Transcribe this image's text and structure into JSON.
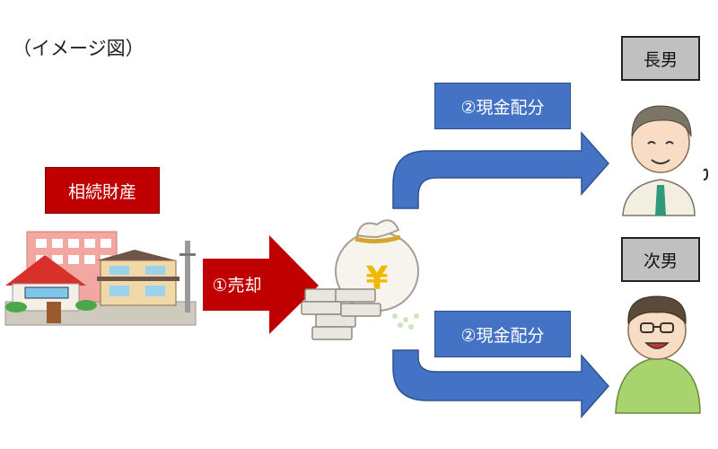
{
  "caption": "（イメージ図）",
  "asset_label": "相続財産",
  "sale_label": "①売却",
  "distribution_label_top": "②現金配分",
  "distribution_label_bottom": "②現金配分",
  "heir_1": "長男",
  "heir_2": "次男",
  "money_symbol": "¥",
  "colors": {
    "red": "#c00000",
    "blue": "#4472c4",
    "grey": "#c0c0c0"
  }
}
